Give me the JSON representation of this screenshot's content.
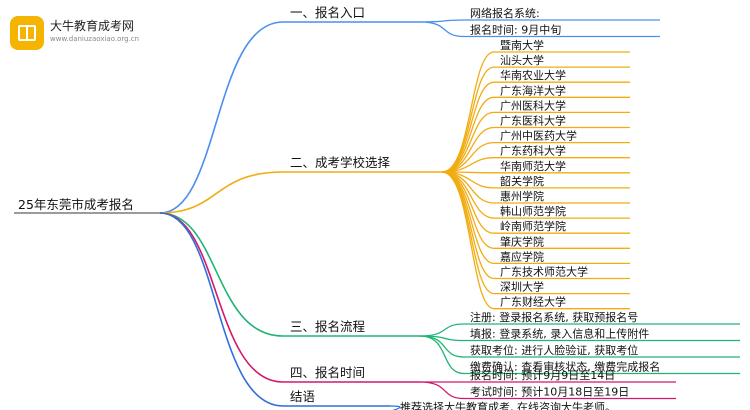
{
  "logo": {
    "title": "大牛教育成考网",
    "url": "www.daniuzaoxiao.org.cn"
  },
  "colors": {
    "s1": "#4a8ef0",
    "s2": "#f2ac12",
    "s3": "#20b576",
    "s4": "#d4186a",
    "s5": "#2f6fdc",
    "root_edge": "#7a7a7a"
  },
  "root": "25年东莞市成考报名",
  "sections": [
    {
      "label": "一、报名入口",
      "leaves": [
        "网络报名系统:",
        "报名时间: 9月中旬"
      ]
    },
    {
      "label": "二、成考学校选择",
      "leaves": [
        "暨南大学",
        "汕头大学",
        "华南农业大学",
        "广东海洋大学",
        "广州医科大学",
        "广东医科大学",
        "广州中医药大学",
        "广东药科大学",
        "华南师范大学",
        "韶关学院",
        "惠州学院",
        "韩山师范学院",
        "岭南师范学院",
        "肇庆学院",
        "嘉应学院",
        "广东技术师范大学",
        "深圳大学",
        "广东财经大学"
      ]
    },
    {
      "label": "三、报名流程",
      "leaves": [
        "注册: 登录报名系统, 获取预报名号",
        "填报: 登录系统, 录入信息和上传附件",
        "获取考位: 进行人脸验证, 获取考位",
        "缴费确认: 查看审核状态, 缴费完成报名"
      ]
    },
    {
      "label": "四、报名时间",
      "leaves": [
        "报名时间: 预计9月9日至14日",
        "考试时间: 预计10月18日至19日"
      ]
    },
    {
      "label": "结语",
      "leaves": [
        "推荐选择大牛教育成考, 在线咨询大牛老师。"
      ]
    }
  ]
}
